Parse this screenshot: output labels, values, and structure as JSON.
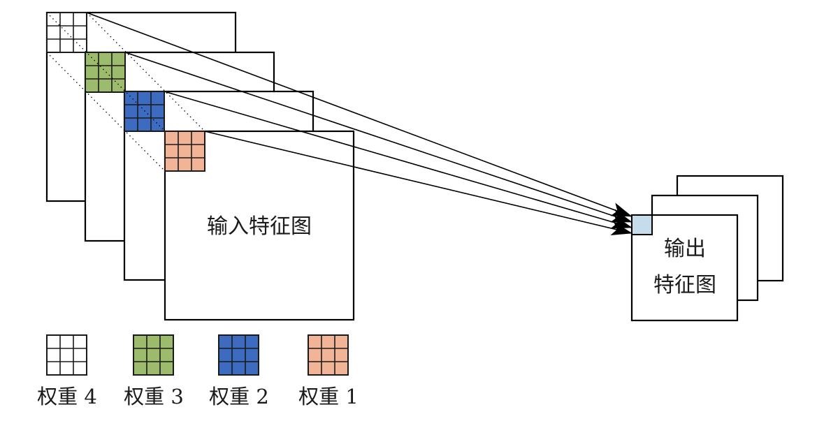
{
  "input_label": "输入特征图",
  "output_label_line1": "输出",
  "output_label_line2": "特征图",
  "kernels": [
    {
      "legend": "权重 4",
      "color": "#ffffff"
    },
    {
      "legend": "权重 3",
      "color": "#9cbb6c"
    },
    {
      "legend": "权重 2",
      "color": "#3c6bbf"
    },
    {
      "legend": "权重 1",
      "color": "#f2b496"
    }
  ],
  "output_cell_color": "#c5dcea"
}
